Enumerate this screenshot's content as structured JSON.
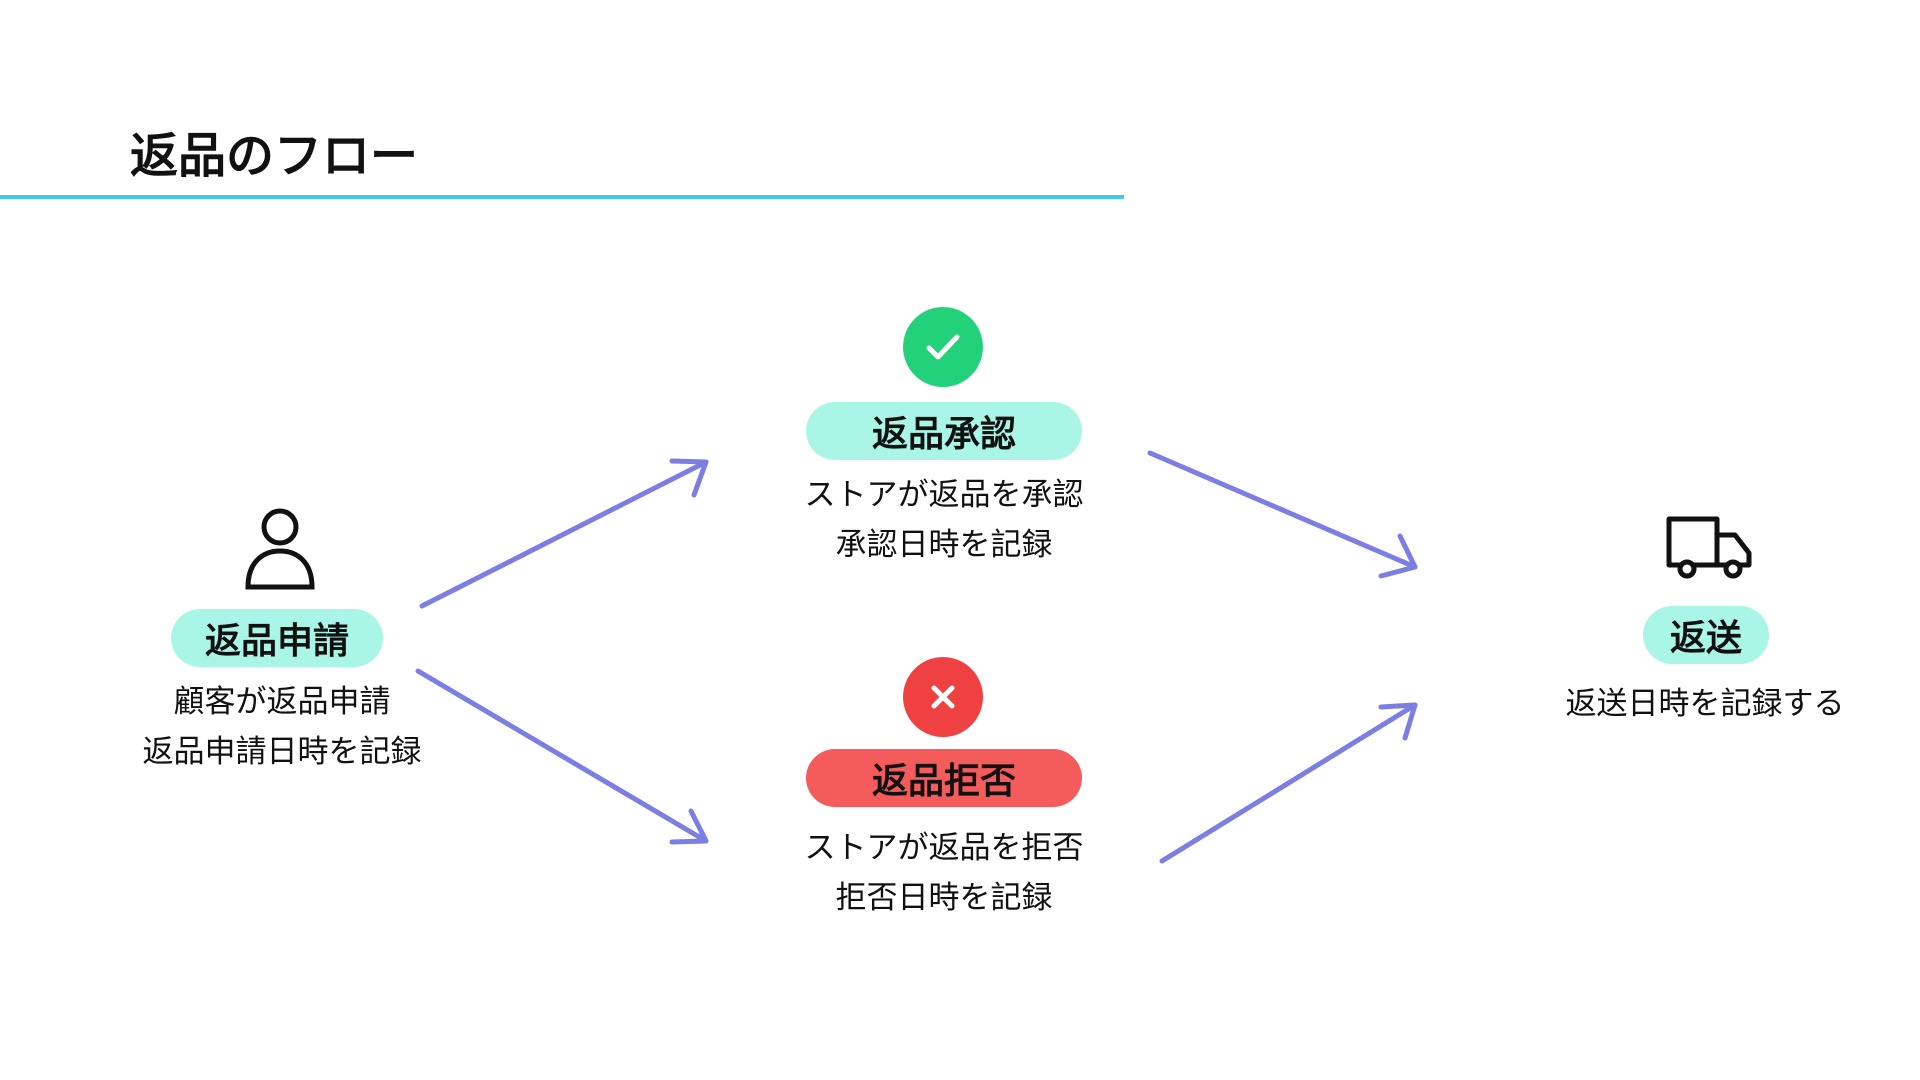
{
  "title": "返品のフロー",
  "colors": {
    "accent_line": "#44c8ef",
    "arrow": "#7b7fe3",
    "pill_mint": "#aaf6e6",
    "pill_red": "#f45b5b",
    "approve_green": "#23d17a",
    "reject_red": "#ef4141",
    "icon_stroke": "#111111"
  },
  "nodes": {
    "request": {
      "icon": "person-icon",
      "label": "返品申請",
      "lines": [
        "顧客が返品申請",
        "返品申請日時を記録"
      ]
    },
    "approve": {
      "icon": "check-icon",
      "label": "返品承認",
      "lines": [
        "ストアが返品を承認",
        "承認日時を記録"
      ]
    },
    "reject": {
      "icon": "x-icon",
      "label": "返品拒否",
      "lines": [
        "ストアが返品を拒否",
        "拒否日時を記録"
      ]
    },
    "ship": {
      "icon": "truck-icon",
      "label": "返送",
      "lines": [
        "返送日時を記録する"
      ]
    }
  },
  "edges": [
    {
      "from": "request",
      "to": "approve"
    },
    {
      "from": "request",
      "to": "reject"
    },
    {
      "from": "approve",
      "to": "ship"
    },
    {
      "from": "reject",
      "to": "ship"
    }
  ]
}
